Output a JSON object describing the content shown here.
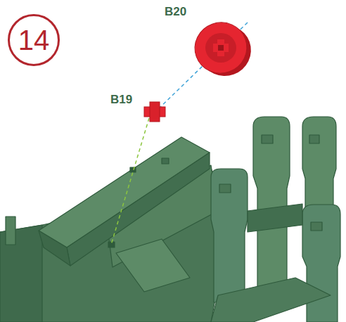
{
  "diagram": {
    "nodes": [
      {
        "text": [
          "14"
        ]
      }
    ],
    "labels": [
      "B20",
      "B19"
    ]
  }
}
